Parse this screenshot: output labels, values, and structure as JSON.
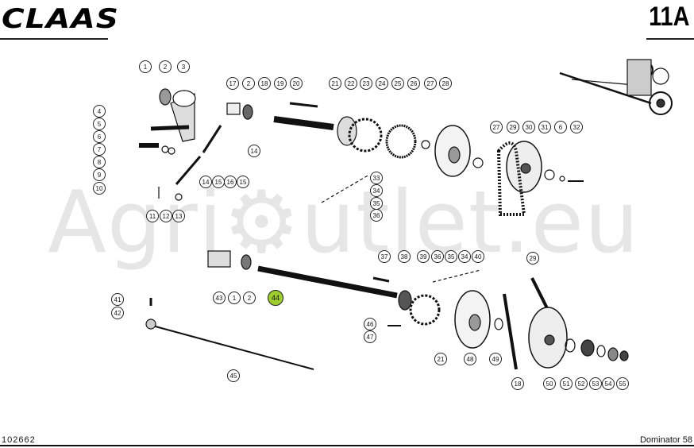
{
  "header": {
    "logo": "CLAAS",
    "page_number": "11A"
  },
  "watermark": "Agri⚙utlet.eu",
  "footer": {
    "drawing_number": "102662",
    "model": "Dominator 58"
  },
  "highlight_color": "#9ccc2e",
  "callouts": [
    "1",
    "2",
    "3",
    "4",
    "5",
    "6",
    "7",
    "8",
    "9",
    "10",
    "11",
    "12",
    "13",
    "17",
    "2",
    "18",
    "19",
    "20",
    "14",
    "15",
    "16",
    "15",
    "14",
    "21",
    "22",
    "23",
    "24",
    "25",
    "26",
    "27",
    "28",
    "33",
    "34",
    "35",
    "36",
    "27",
    "29",
    "30",
    "31",
    "6",
    "32",
    "37",
    "38",
    "39",
    "36",
    "35",
    "34",
    "40",
    "43",
    "1",
    "2",
    "44",
    "41",
    "42",
    "45",
    "46",
    "47",
    "21",
    "48",
    "49",
    "18",
    "50",
    "51",
    "52",
    "53",
    "54",
    "55",
    "29"
  ]
}
